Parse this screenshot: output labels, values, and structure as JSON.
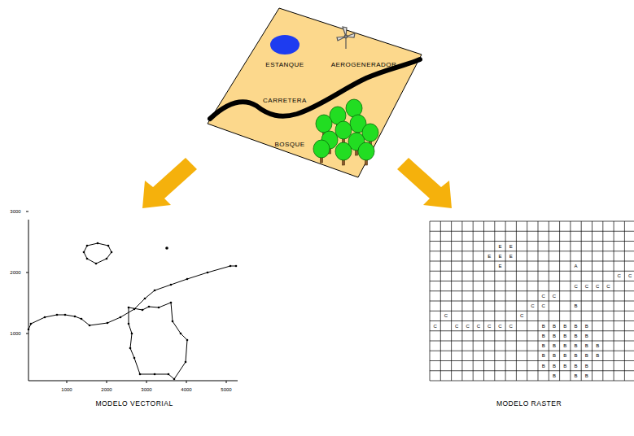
{
  "diagram": {
    "labels": [
      "ESTANQUE",
      "AEROGENERADOR",
      "CARRETERA",
      "BOSQUE",
      "3000",
      "2000",
      "1000",
      "1000",
      "2000",
      "3000",
      "4000",
      "5000",
      "MODELO VECTORIAL",
      "MODELO RASTER",
      "E",
      "E",
      "E",
      "E",
      "E",
      "E",
      "A",
      "C",
      "C",
      "C",
      "C",
      "C",
      "C",
      "C",
      "C",
      "C",
      "C",
      "B",
      "C",
      "C",
      "C",
      "C",
      "C",
      "C",
      "C",
      "C",
      "C",
      "B",
      "B",
      "B",
      "B",
      "B",
      "B",
      "B",
      "B",
      "B",
      "B",
      "B",
      "B",
      "B",
      "B",
      "B",
      "B",
      "B",
      "B",
      "B",
      "B",
      "B",
      "B",
      "B",
      "B",
      "B",
      "B",
      "B",
      "B",
      "B",
      "B"
    ]
  }
}
